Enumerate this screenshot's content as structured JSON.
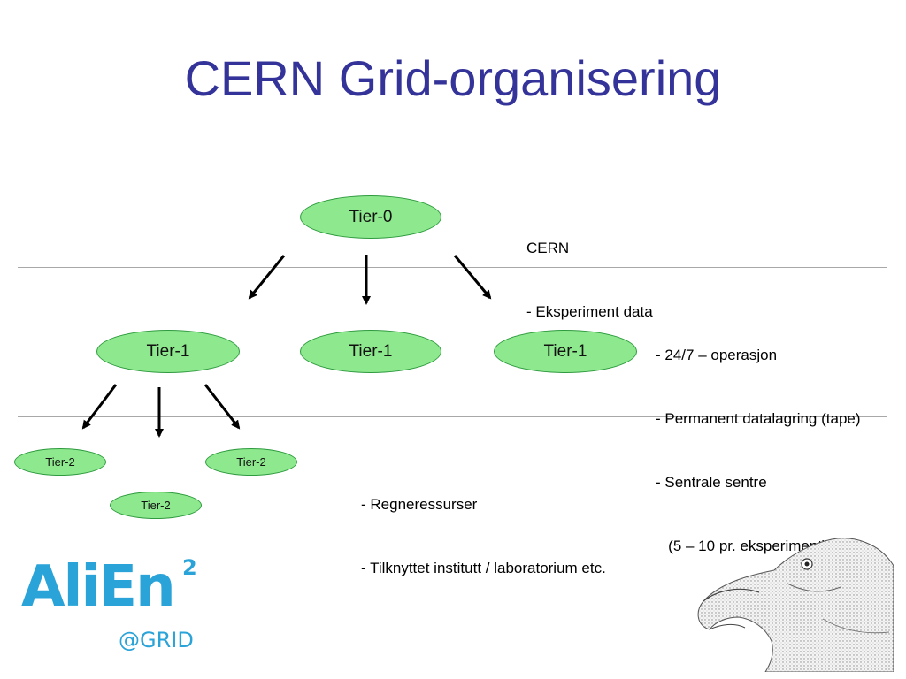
{
  "title": "CERN Grid-organisering",
  "nodes": {
    "tier0": "Tier-0",
    "tier1_left": "Tier-1",
    "tier1_middle": "Tier-1",
    "tier1_right": "Tier-1",
    "tier2_left": "Tier-2",
    "tier2_right": "Tier-2",
    "tier2_bottom": "Tier-2"
  },
  "notes": {
    "tier0": [
      "CERN",
      "- Eksperiment data"
    ],
    "tier1": [
      "- 24/7 – operasjon",
      "- Permanent datalagring (tape)",
      "- Sentrale sentre",
      "   (5 – 10 pr. eksperiment)"
    ],
    "tier2": [
      "- Regneressurser",
      "- Tilknyttet institutt / laboratorium etc."
    ]
  },
  "logo": {
    "main": "AliEn",
    "superscript": "2",
    "sub": "@GRID"
  },
  "colors": {
    "title": "#333399",
    "node_fill": "#8ee88e",
    "node_border": "#2e9b3e",
    "logo": "#2aa3d8",
    "divider": "#a8a8a8"
  }
}
